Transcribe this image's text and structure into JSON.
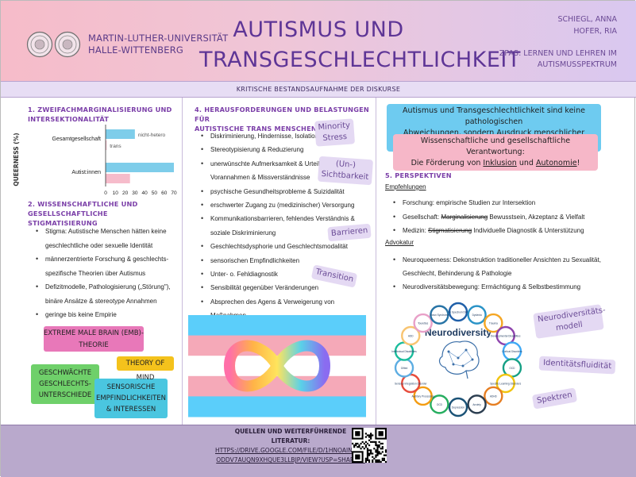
{
  "header": {
    "university_line1": "MARTIN-LUTHER-UNIVERSITÄT",
    "university_line2": "HALLE-WITTENBERG",
    "title_line1": "AUTISMUS UND",
    "title_line2": "TRANSGESCHLECHTLICHKEIT",
    "author1": "SCHIEGL, ANNA",
    "author2": "HOFER, RIA",
    "zpas_line1": "ZPAS: LERNEN UND LEHREN IM",
    "zpas_line2": "AUTISMUSSPEKTRUM",
    "subtitle": "KRITISCHE BESTANDSAUFNAHME DER DISKURSE"
  },
  "section1": {
    "heading_line1": "1. ZWEIFACHMARGINALISIERUNG UND",
    "heading_line2": "INTERSEKTIONALITÄT"
  },
  "chart_data": {
    "type": "bar",
    "orientation": "horizontal",
    "categories": [
      "Gesamtgesellschaft",
      "Autist:innen"
    ],
    "series": [
      {
        "name": "nicht-hetero",
        "color": "#7ecdea",
        "values": [
          30,
          70
        ]
      },
      {
        "name": "trans",
        "color": "#f6bccb",
        "values": [
          1,
          25
        ]
      }
    ],
    "ylabel": "QUEERNESS (%)",
    "xticks": [
      0,
      10,
      20,
      30,
      40,
      50,
      60,
      70
    ],
    "xlim": [
      0,
      70
    ],
    "legend": "inline-right",
    "grid": false
  },
  "section2": {
    "heading_line1": "2. WISSENSCHAFTLICHE UND GESELLSCHAFTLICHE",
    "heading_line2": "STIGMATISIERUNG",
    "items": [
      {
        "l1": "Stigma: Autistische Menschen hätten keine",
        "l2": "geschlechtliche oder sexuelle Identität"
      },
      {
        "l1": "männerzentrierte Forschung & geschlechts-",
        "l2": "spezifische Theorien über Autismus"
      },
      {
        "l1": "Defizitmodelle, Pathologisierung („Störung\"),",
        "l2": "binäre Ansätze & stereotype Annahmen"
      },
      {
        "l1": "geringe bis keine Empirie",
        "l2": ""
      }
    ],
    "sticker_emb_line1": "EXTREME MALE BRAIN (EMB)-",
    "sticker_emb_line2": "THEORIE",
    "sticker_tom": "THEORY OF MIND",
    "sticker_gesch_line1": "GESCHWÄCHTE",
    "sticker_gesch_line2": "GESCHLECHTS-",
    "sticker_gesch_line3": "UNTERSCHIEDE",
    "sticker_sens_line1": "SENSORISCHE",
    "sticker_sens_line2": "EMPFINDLICHKEITEN",
    "sticker_sens_line3": "& INTERESSEN"
  },
  "section4": {
    "heading_line1": "4. HERAUSFORDERUNGEN UND BELASTUNGEN FÜR",
    "heading_line2": "AUTISTISCHE TRANS MENSCHEN",
    "items": [
      {
        "l1": "Diskriminierung, Hindernisse, Isolation",
        "l2": ""
      },
      {
        "l1": "Stereotypisierung & Reduzierung",
        "l2": ""
      },
      {
        "l1": "unerwünschte Aufmerksamkeit & Urteile,",
        "l2": "Vorannahmen & Missverständnisse"
      },
      {
        "l1": "psychische Gesundheitsprobleme & Suizidalität",
        "l2": ""
      },
      {
        "l1": "erschwerter Zugang zu (medizinischer) Versorgung",
        "l2": ""
      },
      {
        "l1": "Kommunikationsbarrieren, fehlendes Verständnis &",
        "l2": "soziale Diskriminierung"
      },
      {
        "l1": "Geschlechtsdysphorie und Geschlechtsmodalität",
        "l2": ""
      },
      {
        "l1": "sensorischen Empfindlichkeiten",
        "l2": ""
      },
      {
        "l1": "Unter- o. Fehldiagnostik",
        "l2": ""
      },
      {
        "l1": "Sensibilität gegenüber Veränderungen",
        "l2": ""
      },
      {
        "l1": "Absprechen des Agens & Verweigerung von Maßnahmen",
        "l2": ""
      }
    ],
    "hw_minority_l1": "Minority",
    "hw_minority_l2": "Stress",
    "hw_un_l1": "(Un-)",
    "hw_un_l2": "Sichtbarkeit",
    "hw_barrieren": "Barrieren",
    "hw_transition": "Transition",
    "flag_colors": [
      "#5bcefa",
      "#f5a9b8",
      "#ffffff",
      "#f5a9b8",
      "#5bcefa"
    ]
  },
  "conclusion": {
    "box1_l1": "Autismus und Transgeschlechtlichkeit sind keine pathologischen",
    "box1_l2a": "Abweichungen, sondern ",
    "box1_l2b": "Ausdruck menschlicher Vielfalt",
    "box1_l2c": ".",
    "box2_l1": "Wissenschaftliche und gesellschaftliche Verantwortung:",
    "box2_l2a": "Die Förderung von ",
    "box2_l2b": "Inklusion",
    "box2_l2c": " und ",
    "box2_l2d": "Autonomie",
    "box2_l2e": "!"
  },
  "section5": {
    "heading": "5. PERSPEKTIVEN",
    "empfehlungen": "Empfehlungen",
    "rec1": "Forschung: empirische Studien zur Intersektion",
    "rec2a": "Gesellschaft: ",
    "rec2b": "Marginalisierung",
    "rec2c": " Bewusstsein, Akzeptanz & Vielfalt",
    "rec3a": "Medizin: ",
    "rec3b": "Stigmatisierung",
    "rec3c": " Individuelle Diagnostik & Unterstützung",
    "advokatur": "Advokatur",
    "adv1_l1": "Neuroqueerness: Dekonstruktion traditioneller Ansichten zu Sexualität,",
    "adv1_l2": "Geschlecht, Behinderung & Pathologie",
    "adv2": "Neurodiversitätsbewegung: Ermächtigung & Selbstbestimmung",
    "diagram_title": "Neurodiversity",
    "diagram_nodes": [
      {
        "label": "Autism Spectrum Disorder",
        "color": "#1f5fa8"
      },
      {
        "label": "Dyslexia",
        "color": "#2a93c7"
      },
      {
        "label": "Trauma",
        "color": "#f5a623"
      },
      {
        "label": "Developmental Disabilities",
        "color": "#8e44ad"
      },
      {
        "label": "Cortical Disorders",
        "color": "#3fa9f5"
      },
      {
        "label": "OCD",
        "color": "#16a085"
      },
      {
        "label": "Specific Learning Disorders",
        "color": "#f1c40f"
      },
      {
        "label": "ADHD",
        "color": "#e67e22"
      },
      {
        "label": "Anxiety",
        "color": "#2c3e50"
      },
      {
        "label": "Depression",
        "color": "#1a5276"
      },
      {
        "label": "OCD",
        "color": "#27ae60"
      },
      {
        "label": "Auditory Processing",
        "color": "#f39c12"
      },
      {
        "label": "Sensory Integration Disorder",
        "color": "#e74c3c"
      },
      {
        "label": "Gifted",
        "color": "#5dade2"
      },
      {
        "label": "Intellectual Disabilities",
        "color": "#1abc9c"
      },
      {
        "label": "ADD",
        "color": "#f8c471"
      },
      {
        "label": "Tourettes",
        "color": "#e8a0c8"
      },
      {
        "label": "Down Syndrome",
        "color": "#2874a6"
      }
    ],
    "pill_neuro_l1": "Neurodiversitäts-",
    "pill_neuro_l2": "modell",
    "pill_identity": "Identitätsfluidität",
    "pill_spektren": "Spektren"
  },
  "footer": {
    "label_l1": "QUELLEN UND WEITERFÜHRENDE",
    "label_l2": "LITERATUR:",
    "link_l1": "HTTPS://DRIVE.GOOGLE.COM/FILE/D/1HNOAINKIQE6",
    "link_l2": "ODDV7AUQN9XHQUE3LLBJP/VIEW?USP=SHARING"
  }
}
